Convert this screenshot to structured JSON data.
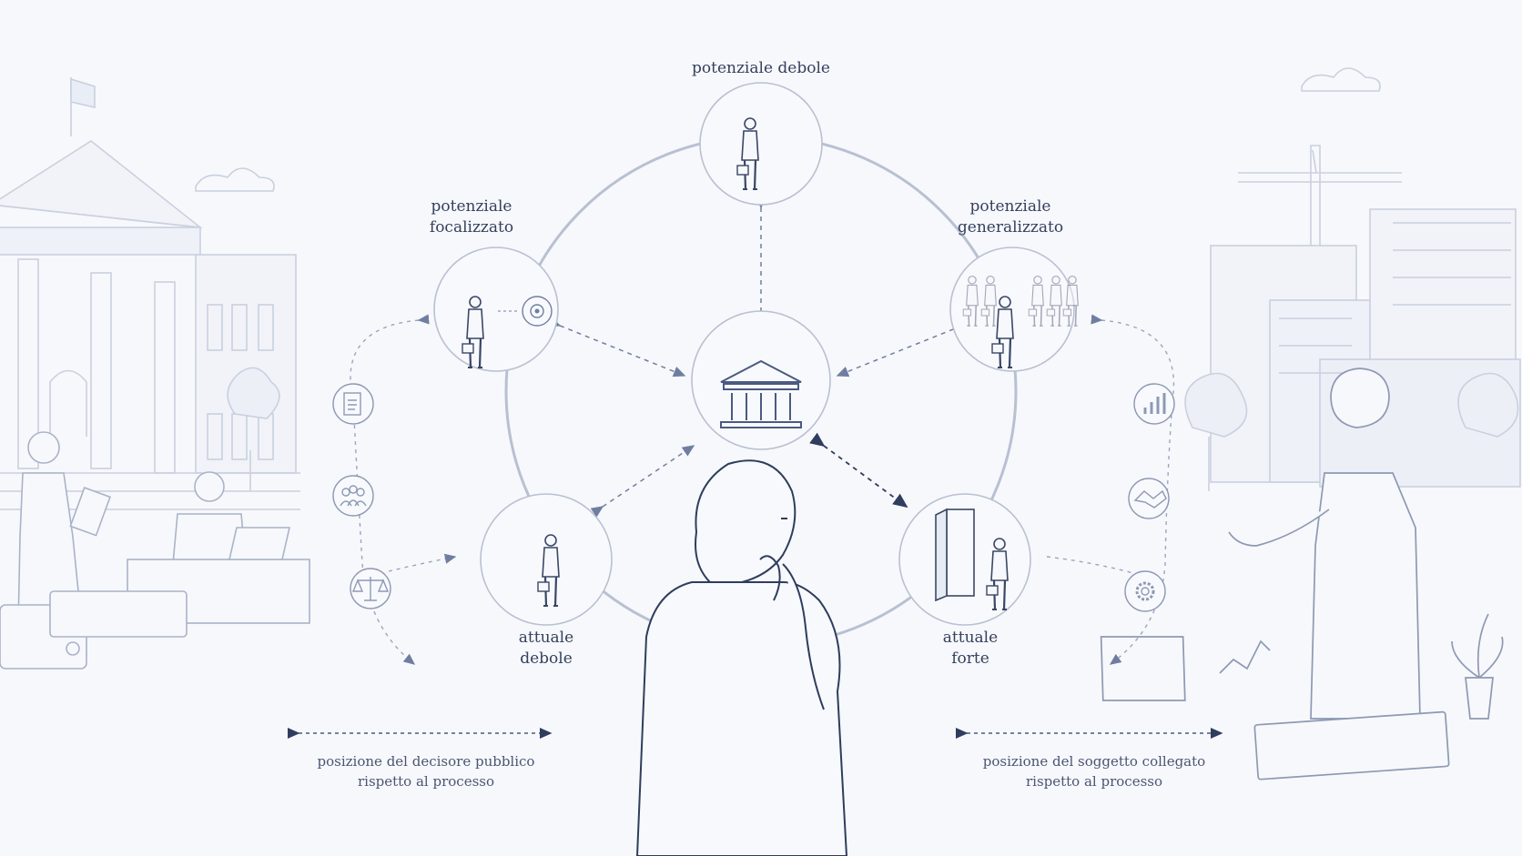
{
  "diagram": {
    "nodes": {
      "top": {
        "label": "potenziale debole"
      },
      "upper_left": {
        "label_line1": "potenziale",
        "label_line2": "focalizzato"
      },
      "upper_right": {
        "label_line1": "potenziale",
        "label_line2": "generalizzato"
      },
      "lower_left": {
        "label_line1": "attuale",
        "label_line2": "debole"
      },
      "lower_right": {
        "label_line1": "attuale",
        "label_line2": "forte"
      }
    },
    "captions": {
      "left_line1": "posizione del decisore pubblico",
      "left_line2": "rispetto al processo",
      "right_line1": "posizione del soggetto collegato",
      "right_line2": "rispetto al processo"
    },
    "side_icons_left": [
      "document-icon",
      "people-group-icon",
      "scales-icon"
    ],
    "side_icons_right": [
      "bar-chart-icon",
      "handshake-icon",
      "gear-icon"
    ],
    "colors": {
      "line": "#5f6f92",
      "ring": "#b8c0d2",
      "sketch": "#cdd3e1",
      "ink": "#34405e",
      "background": "#f7f8fb"
    }
  }
}
